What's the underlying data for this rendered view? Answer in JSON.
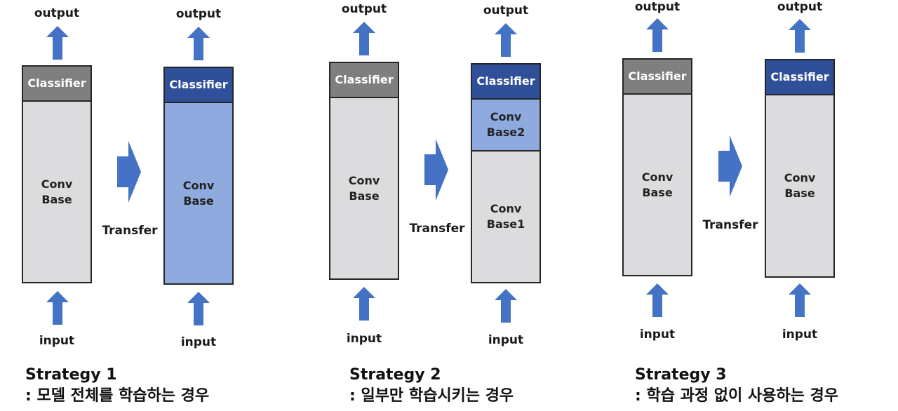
{
  "labels": {
    "output": "output",
    "input": "input",
    "transfer": "Transfer",
    "classifier": "Classifier",
    "conv_base": "Conv\nBase",
    "conv_base1": "Conv\nBase1",
    "conv_base2": "Conv\nBase2"
  },
  "strategies": [
    {
      "title": "Strategy 1",
      "desc": ": 모델 전체를 학습하는 경우"
    },
    {
      "title": "Strategy 2",
      "desc": ": 일부만 학습시키는 경우"
    },
    {
      "title": "Strategy 3",
      "desc": ": 학습 과정 없이 사용하는 경우"
    }
  ],
  "colors": {
    "frozen_classifier": "#7f7f7f",
    "frozen_base": "#dcdcde",
    "trained_classifier": "#2f4f99",
    "trained_base": "#8eaadf",
    "arrow": "#4472c4"
  }
}
